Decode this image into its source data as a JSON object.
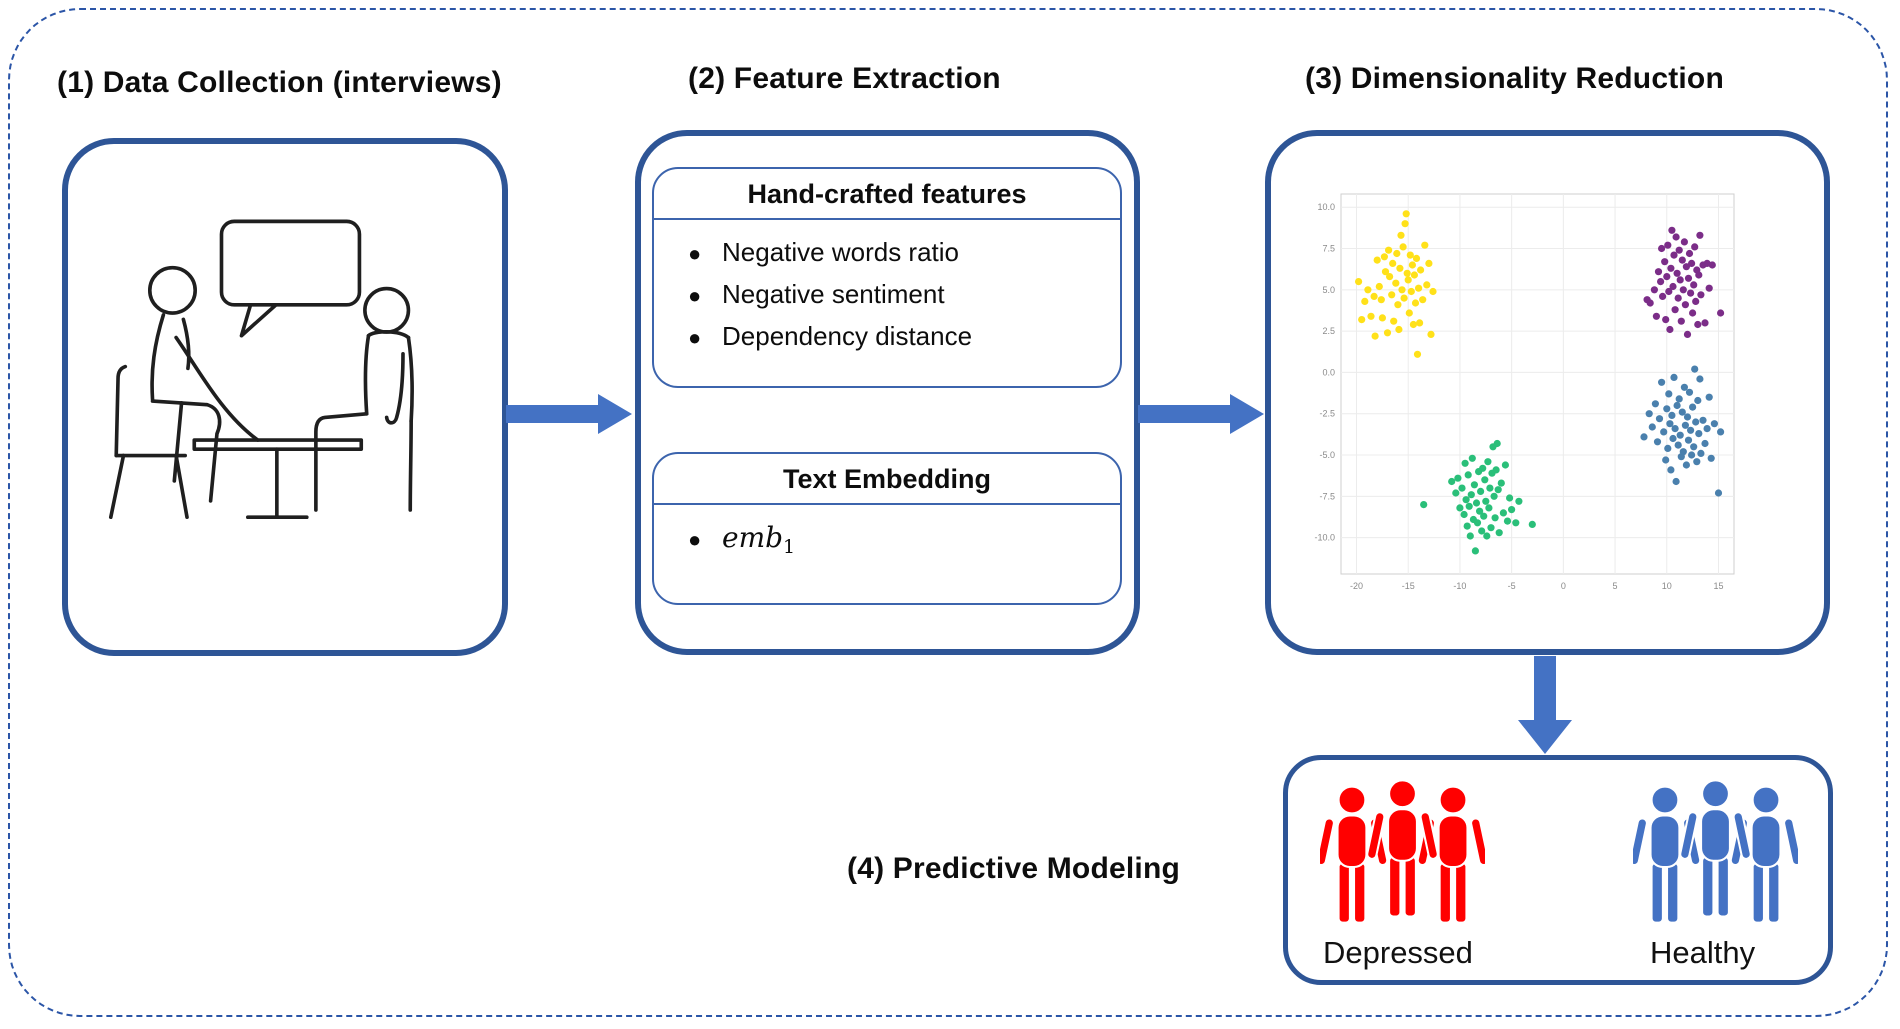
{
  "colors": {
    "box_border": "#2e5596",
    "subbox_border": "#3c64ad",
    "arrow": "#4472c4",
    "dashed_frame": "#2b55a7",
    "depressed_red": "#ff0000",
    "healthy_blue": "#4472c4",
    "icon_line": "#1f1f1f"
  },
  "icons": {
    "interview": "interview-icon (two people at a table with speech bubble, line art)",
    "person_group_red": "three-people-icon (red silhouettes)",
    "person_group_blue": "three-people-icon (blue silhouettes)",
    "arrow_right": "thick right arrow",
    "arrow_down": "thick down arrow"
  },
  "steps": {
    "s1": {
      "title": "(1) Data Collection (interviews)"
    },
    "s2": {
      "title": "(2) Feature Extraction",
      "handcrafted": {
        "header": "Hand-crafted features",
        "items": [
          "Negative words ratio",
          "Negative sentiment",
          "Dependency distance"
        ]
      },
      "embedding": {
        "header": "Text Embedding",
        "item_base": "emb",
        "item_subscript": "1"
      }
    },
    "s3": {
      "title": "(3) Dimensionality Reduction"
    },
    "s4": {
      "title": "(4) Predictive Modeling",
      "groups": [
        {
          "label": "Depressed",
          "color": "#ff0000"
        },
        {
          "label": "Healthy",
          "color": "#4472c4"
        }
      ]
    }
  },
  "chart_data": {
    "type": "scatter",
    "title": "",
    "xlabel": "",
    "ylabel": "",
    "xlim": [
      -21.5,
      16.5
    ],
    "ylim": [
      -12.2,
      10.8
    ],
    "xticks": [
      -20,
      -15,
      -10,
      -5,
      0,
      5,
      10,
      15
    ],
    "yticks": [
      10.0,
      7.5,
      5.0,
      2.5,
      0.0,
      -2.5,
      -5.0,
      -7.5,
      -10.0
    ],
    "grid": true,
    "legend_position": "none",
    "series": [
      {
        "name": "cluster-yellow",
        "color": "#ffe119",
        "center": [
          -16,
          5
        ],
        "points": [
          [
            -19.8,
            5.5
          ],
          [
            -19.5,
            3.2
          ],
          [
            -19.2,
            4.3
          ],
          [
            -18.9,
            5.0
          ],
          [
            -18.6,
            3.4
          ],
          [
            -18.3,
            4.6
          ],
          [
            -18.2,
            2.2
          ],
          [
            -18.0,
            6.8
          ],
          [
            -17.8,
            5.2
          ],
          [
            -17.6,
            4.4
          ],
          [
            -17.5,
            3.3
          ],
          [
            -17.3,
            7.0
          ],
          [
            -17.2,
            6.1
          ],
          [
            -17.0,
            2.4
          ],
          [
            -16.9,
            7.4
          ],
          [
            -16.8,
            5.8
          ],
          [
            -16.6,
            4.7
          ],
          [
            -16.5,
            6.6
          ],
          [
            -16.4,
            3.1
          ],
          [
            -16.2,
            5.4
          ],
          [
            -16.1,
            7.2
          ],
          [
            -16.0,
            4.1
          ],
          [
            -15.9,
            2.6
          ],
          [
            -15.8,
            6.3
          ],
          [
            -15.7,
            8.3
          ],
          [
            -15.6,
            5.0
          ],
          [
            -15.5,
            7.6
          ],
          [
            -15.4,
            4.5
          ],
          [
            -15.3,
            9.0
          ],
          [
            -15.2,
            9.6
          ],
          [
            -15.1,
            6.0
          ],
          [
            -15.0,
            5.6
          ],
          [
            -14.9,
            3.6
          ],
          [
            -14.8,
            7.1
          ],
          [
            -14.7,
            4.9
          ],
          [
            -14.6,
            6.5
          ],
          [
            -14.5,
            2.9
          ],
          [
            -14.4,
            5.9
          ],
          [
            -14.3,
            4.2
          ],
          [
            -14.2,
            6.9
          ],
          [
            -14.1,
            1.1
          ],
          [
            -14.0,
            5.1
          ],
          [
            -13.9,
            3.0
          ],
          [
            -13.8,
            6.2
          ],
          [
            -13.6,
            4.4
          ],
          [
            -13.4,
            7.7
          ],
          [
            -13.2,
            5.3
          ],
          [
            -13.0,
            6.6
          ],
          [
            -12.8,
            2.3
          ],
          [
            -12.6,
            4.9
          ]
        ]
      },
      {
        "name": "cluster-purple",
        "color": "#7b2d88",
        "center": [
          11.5,
          5.3
        ],
        "points": [
          [
            8.1,
            4.4
          ],
          [
            8.4,
            4.2
          ],
          [
            8.8,
            5.0
          ],
          [
            9.0,
            3.4
          ],
          [
            9.2,
            6.1
          ],
          [
            9.4,
            5.5
          ],
          [
            9.5,
            7.5
          ],
          [
            9.6,
            4.6
          ],
          [
            9.8,
            6.7
          ],
          [
            9.9,
            3.2
          ],
          [
            10.0,
            5.8
          ],
          [
            10.1,
            7.7
          ],
          [
            10.2,
            4.9
          ],
          [
            10.3,
            2.6
          ],
          [
            10.4,
            6.3
          ],
          [
            10.5,
            8.6
          ],
          [
            10.6,
            5.2
          ],
          [
            10.7,
            7.1
          ],
          [
            10.8,
            3.8
          ],
          [
            10.9,
            8.2
          ],
          [
            11.0,
            6.0
          ],
          [
            11.1,
            4.5
          ],
          [
            11.2,
            7.4
          ],
          [
            11.3,
            5.6
          ],
          [
            11.4,
            3.1
          ],
          [
            11.5,
            6.8
          ],
          [
            11.6,
            5.0
          ],
          [
            11.7,
            7.9
          ],
          [
            11.8,
            4.1
          ],
          [
            11.9,
            6.4
          ],
          [
            12.0,
            2.3
          ],
          [
            12.1,
            5.7
          ],
          [
            12.2,
            7.2
          ],
          [
            12.3,
            4.8
          ],
          [
            12.4,
            6.6
          ],
          [
            12.5,
            3.6
          ],
          [
            12.6,
            5.3
          ],
          [
            12.7,
            7.6
          ],
          [
            12.8,
            4.3
          ],
          [
            12.9,
            6.2
          ],
          [
            13.0,
            2.9
          ],
          [
            13.1,
            5.9
          ],
          [
            13.2,
            8.3
          ],
          [
            13.3,
            4.7
          ],
          [
            13.5,
            6.5
          ],
          [
            13.7,
            3.0
          ],
          [
            13.9,
            6.6
          ],
          [
            14.1,
            5.1
          ],
          [
            14.4,
            6.5
          ],
          [
            15.2,
            3.6
          ]
        ]
      },
      {
        "name": "cluster-green",
        "color": "#2abf79",
        "center": [
          -7.8,
          -7.6
        ],
        "points": [
          [
            -13.5,
            -8.0
          ],
          [
            -10.8,
            -6.6
          ],
          [
            -10.4,
            -7.3
          ],
          [
            -10.2,
            -6.4
          ],
          [
            -10.0,
            -8.2
          ],
          [
            -9.8,
            -7.0
          ],
          [
            -9.6,
            -8.6
          ],
          [
            -9.5,
            -5.5
          ],
          [
            -9.4,
            -7.7
          ],
          [
            -9.3,
            -9.3
          ],
          [
            -9.2,
            -6.2
          ],
          [
            -9.1,
            -8.1
          ],
          [
            -9.0,
            -9.9
          ],
          [
            -8.9,
            -7.4
          ],
          [
            -8.8,
            -5.2
          ],
          [
            -8.7,
            -8.9
          ],
          [
            -8.6,
            -6.8
          ],
          [
            -8.5,
            -10.8
          ],
          [
            -8.4,
            -7.9
          ],
          [
            -8.3,
            -9.1
          ],
          [
            -8.2,
            -6.0
          ],
          [
            -8.1,
            -8.4
          ],
          [
            -8.0,
            -7.2
          ],
          [
            -7.9,
            -9.6
          ],
          [
            -7.8,
            -5.8
          ],
          [
            -7.7,
            -8.7
          ],
          [
            -7.6,
            -6.5
          ],
          [
            -7.5,
            -7.8
          ],
          [
            -7.4,
            -9.9
          ],
          [
            -7.3,
            -5.4
          ],
          [
            -7.2,
            -8.2
          ],
          [
            -7.1,
            -7.0
          ],
          [
            -7.0,
            -9.4
          ],
          [
            -6.9,
            -6.1
          ],
          [
            -6.8,
            -4.5
          ],
          [
            -6.7,
            -7.5
          ],
          [
            -6.6,
            -8.8
          ],
          [
            -6.5,
            -5.9
          ],
          [
            -6.4,
            -4.3
          ],
          [
            -6.3,
            -7.1
          ],
          [
            -6.2,
            -9.7
          ],
          [
            -6.0,
            -6.7
          ],
          [
            -5.8,
            -8.5
          ],
          [
            -5.6,
            -5.6
          ],
          [
            -5.4,
            -9.0
          ],
          [
            -5.2,
            -7.6
          ],
          [
            -5.0,
            -8.3
          ],
          [
            -4.6,
            -9.1
          ],
          [
            -4.3,
            -7.8
          ],
          [
            -3.0,
            -9.2
          ]
        ]
      },
      {
        "name": "cluster-blue",
        "color": "#4a80ad",
        "center": [
          12,
          -3.3
        ],
        "points": [
          [
            7.8,
            -3.9
          ],
          [
            8.3,
            -2.5
          ],
          [
            8.6,
            -3.3
          ],
          [
            8.9,
            -1.9
          ],
          [
            9.1,
            -4.2
          ],
          [
            9.3,
            -2.8
          ],
          [
            9.5,
            -0.6
          ],
          [
            9.7,
            -3.6
          ],
          [
            9.9,
            -5.3
          ],
          [
            10.0,
            -2.2
          ],
          [
            10.1,
            -4.6
          ],
          [
            10.2,
            -1.3
          ],
          [
            10.3,
            -3.1
          ],
          [
            10.4,
            -5.9
          ],
          [
            10.5,
            -2.6
          ],
          [
            10.6,
            -4.0
          ],
          [
            10.7,
            -0.3
          ],
          [
            10.8,
            -3.4
          ],
          [
            10.9,
            -6.6
          ],
          [
            11.0,
            -2.0
          ],
          [
            11.1,
            -4.4
          ],
          [
            11.2,
            -1.6
          ],
          [
            11.3,
            -3.8
          ],
          [
            11.4,
            -5.1
          ],
          [
            11.5,
            -2.4
          ],
          [
            11.6,
            -4.8
          ],
          [
            11.7,
            -0.9
          ],
          [
            11.8,
            -3.2
          ],
          [
            11.9,
            -5.6
          ],
          [
            12.0,
            -2.7
          ],
          [
            12.1,
            -4.1
          ],
          [
            12.2,
            -1.2
          ],
          [
            12.3,
            -3.5
          ],
          [
            12.4,
            -5.0
          ],
          [
            12.5,
            -2.1
          ],
          [
            12.6,
            -4.5
          ],
          [
            12.7,
            0.2
          ],
          [
            12.8,
            -3.0
          ],
          [
            12.9,
            -5.4
          ],
          [
            13.0,
            -1.7
          ],
          [
            13.1,
            -3.7
          ],
          [
            13.2,
            -0.4
          ],
          [
            13.3,
            -4.9
          ],
          [
            13.5,
            -2.9
          ],
          [
            13.7,
            -4.3
          ],
          [
            13.9,
            -3.4
          ],
          [
            14.1,
            -1.5
          ],
          [
            14.3,
            -5.2
          ],
          [
            14.6,
            -3.1
          ],
          [
            15.0,
            -7.3
          ],
          [
            15.2,
            -3.6
          ]
        ]
      }
    ]
  }
}
